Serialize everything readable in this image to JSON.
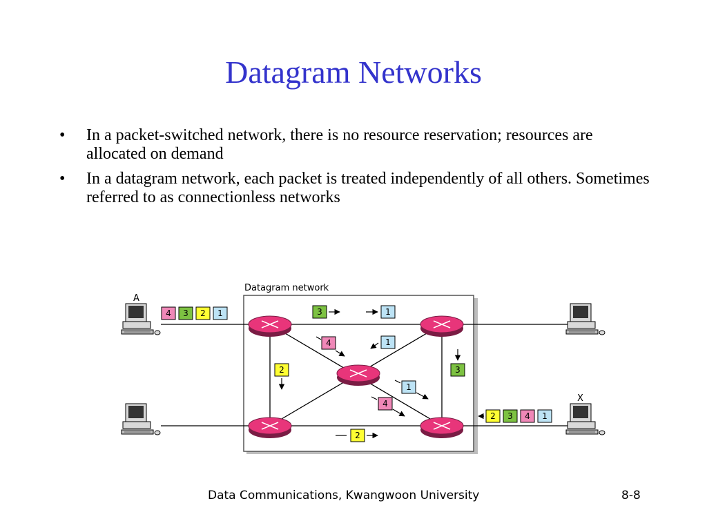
{
  "title": "Datagram Networks",
  "bullets": [
    "In a packet-switched network, there is no resource reservation; resources are allocated on demand",
    "In a datagram network, each packet is treated independently of all others. Sometimes referred to as connectionless networks"
  ],
  "diagram": {
    "box_label": "Datagram network",
    "station_a": "A",
    "station_x": "X",
    "packets_a_queue": [
      "4",
      "3",
      "2",
      "1"
    ],
    "packets_x_queue": [
      "2",
      "3",
      "4",
      "1"
    ],
    "link_packets": {
      "top_left": "3",
      "top_right": "1",
      "diag_left": "4",
      "diag_right": "1",
      "vert_left": "2",
      "vert_right": "3",
      "center_right": "1",
      "center_low": "4",
      "bottom": "2"
    },
    "colors": {
      "packet_1": "#bde3f5",
      "packet_2": "#ffff33",
      "packet_3": "#7dc242",
      "packet_4": "#f088b8",
      "router": "#e8357a"
    }
  },
  "footer": {
    "left": "Data Communications, Kwangwoon University",
    "right": "8-8"
  }
}
